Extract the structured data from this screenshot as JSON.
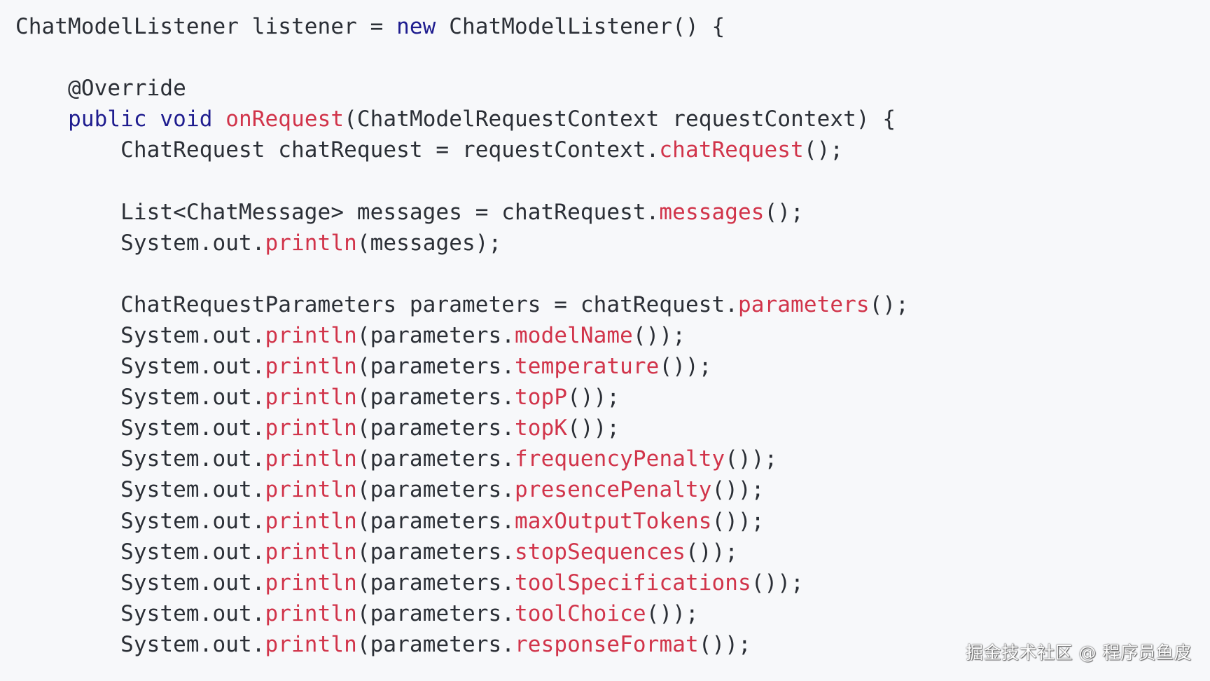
{
  "colors": {
    "background": "#f7f8fa",
    "text": "#2b2f36",
    "keyword": "#1f1d8f",
    "method": "#d1344a",
    "watermark": "#ffffff"
  },
  "code_lines": [
    [
      {
        "t": "ChatModelListener listener = ",
        "k": "plain"
      },
      {
        "t": "new",
        "k": "keyword"
      },
      {
        "t": " ChatModelListener() {",
        "k": "plain"
      }
    ],
    [],
    [
      {
        "t": "    @Override",
        "k": "plain"
      }
    ],
    [
      {
        "t": "    ",
        "k": "plain"
      },
      {
        "t": "public",
        "k": "keyword"
      },
      {
        "t": " ",
        "k": "plain"
      },
      {
        "t": "void",
        "k": "keyword"
      },
      {
        "t": " ",
        "k": "plain"
      },
      {
        "t": "onRequest",
        "k": "method"
      },
      {
        "t": "(ChatModelRequestContext requestContext) {",
        "k": "plain"
      }
    ],
    [
      {
        "t": "        ChatRequest chatRequest = requestContext.",
        "k": "plain"
      },
      {
        "t": "chatRequest",
        "k": "method"
      },
      {
        "t": "();",
        "k": "plain"
      }
    ],
    [],
    [
      {
        "t": "        List<ChatMessage> messages = chatRequest.",
        "k": "plain"
      },
      {
        "t": "messages",
        "k": "method"
      },
      {
        "t": "();",
        "k": "plain"
      }
    ],
    [
      {
        "t": "        System.out.",
        "k": "plain"
      },
      {
        "t": "println",
        "k": "method"
      },
      {
        "t": "(messages);",
        "k": "plain"
      }
    ],
    [],
    [
      {
        "t": "        ChatRequestParameters parameters = chatRequest.",
        "k": "plain"
      },
      {
        "t": "parameters",
        "k": "method"
      },
      {
        "t": "();",
        "k": "plain"
      }
    ],
    [
      {
        "t": "        System.out.",
        "k": "plain"
      },
      {
        "t": "println",
        "k": "method"
      },
      {
        "t": "(parameters.",
        "k": "plain"
      },
      {
        "t": "modelName",
        "k": "method"
      },
      {
        "t": "());",
        "k": "plain"
      }
    ],
    [
      {
        "t": "        System.out.",
        "k": "plain"
      },
      {
        "t": "println",
        "k": "method"
      },
      {
        "t": "(parameters.",
        "k": "plain"
      },
      {
        "t": "temperature",
        "k": "method"
      },
      {
        "t": "());",
        "k": "plain"
      }
    ],
    [
      {
        "t": "        System.out.",
        "k": "plain"
      },
      {
        "t": "println",
        "k": "method"
      },
      {
        "t": "(parameters.",
        "k": "plain"
      },
      {
        "t": "topP",
        "k": "method"
      },
      {
        "t": "());",
        "k": "plain"
      }
    ],
    [
      {
        "t": "        System.out.",
        "k": "plain"
      },
      {
        "t": "println",
        "k": "method"
      },
      {
        "t": "(parameters.",
        "k": "plain"
      },
      {
        "t": "topK",
        "k": "method"
      },
      {
        "t": "());",
        "k": "plain"
      }
    ],
    [
      {
        "t": "        System.out.",
        "k": "plain"
      },
      {
        "t": "println",
        "k": "method"
      },
      {
        "t": "(parameters.",
        "k": "plain"
      },
      {
        "t": "frequencyPenalty",
        "k": "method"
      },
      {
        "t": "());",
        "k": "plain"
      }
    ],
    [
      {
        "t": "        System.out.",
        "k": "plain"
      },
      {
        "t": "println",
        "k": "method"
      },
      {
        "t": "(parameters.",
        "k": "plain"
      },
      {
        "t": "presencePenalty",
        "k": "method"
      },
      {
        "t": "());",
        "k": "plain"
      }
    ],
    [
      {
        "t": "        System.out.",
        "k": "plain"
      },
      {
        "t": "println",
        "k": "method"
      },
      {
        "t": "(parameters.",
        "k": "plain"
      },
      {
        "t": "maxOutputTokens",
        "k": "method"
      },
      {
        "t": "());",
        "k": "plain"
      }
    ],
    [
      {
        "t": "        System.out.",
        "k": "plain"
      },
      {
        "t": "println",
        "k": "method"
      },
      {
        "t": "(parameters.",
        "k": "plain"
      },
      {
        "t": "stopSequences",
        "k": "method"
      },
      {
        "t": "());",
        "k": "plain"
      }
    ],
    [
      {
        "t": "        System.out.",
        "k": "plain"
      },
      {
        "t": "println",
        "k": "method"
      },
      {
        "t": "(parameters.",
        "k": "plain"
      },
      {
        "t": "toolSpecifications",
        "k": "method"
      },
      {
        "t": "());",
        "k": "plain"
      }
    ],
    [
      {
        "t": "        System.out.",
        "k": "plain"
      },
      {
        "t": "println",
        "k": "method"
      },
      {
        "t": "(parameters.",
        "k": "plain"
      },
      {
        "t": "toolChoice",
        "k": "method"
      },
      {
        "t": "());",
        "k": "plain"
      }
    ],
    [
      {
        "t": "        System.out.",
        "k": "plain"
      },
      {
        "t": "println",
        "k": "method"
      },
      {
        "t": "(parameters.",
        "k": "plain"
      },
      {
        "t": "responseFormat",
        "k": "method"
      },
      {
        "t": "());",
        "k": "plain"
      }
    ]
  ],
  "watermark": "掘金技术社区 @ 程序员鱼皮"
}
